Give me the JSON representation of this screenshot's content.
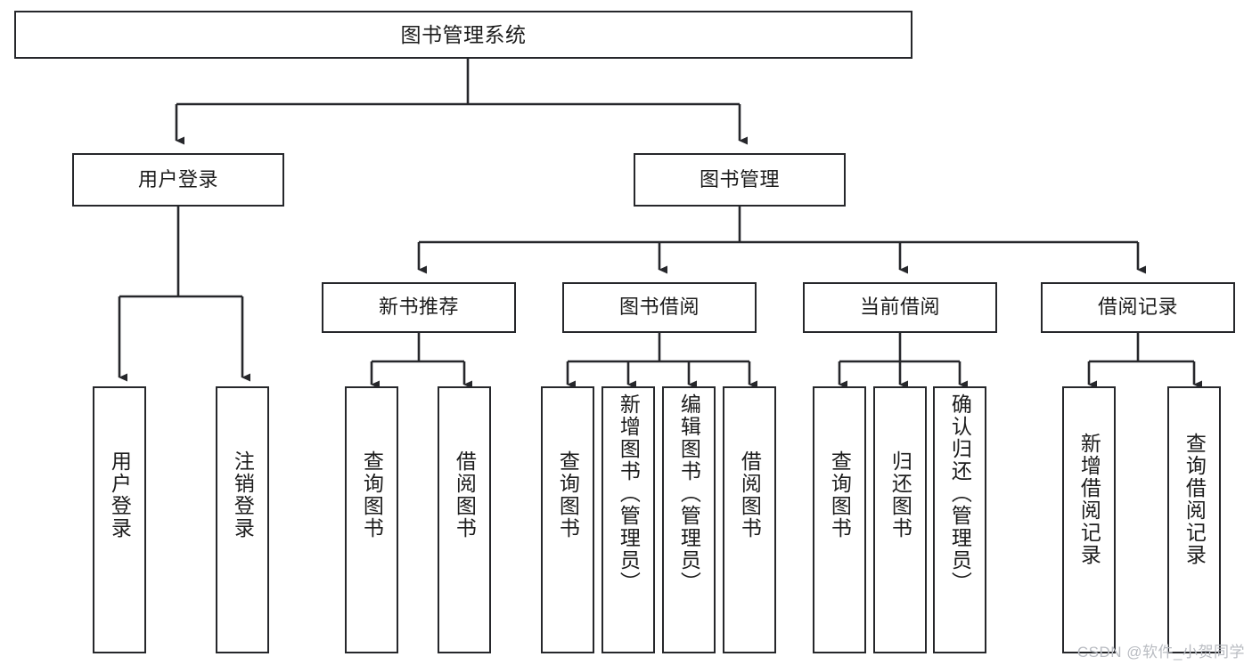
{
  "diagram": {
    "title": "图书管理系统",
    "type": "tree",
    "edge_color": "#26272b",
    "box_border_color": "#26272b",
    "background": "#ffffff",
    "text_color": "#1c1c1c",
    "watermark": "CSDN @软件_小贺同学"
  },
  "nodes": {
    "root": {
      "label": "图书管理系统"
    },
    "level1": [
      {
        "id": "user-login",
        "label": "用户登录"
      },
      {
        "id": "book-manage",
        "label": "图书管理"
      }
    ],
    "level2": [
      {
        "id": "new-book-recommend",
        "label": "新书推荐"
      },
      {
        "id": "book-borrow",
        "label": "图书借阅"
      },
      {
        "id": "current-borrow",
        "label": "当前借阅"
      },
      {
        "id": "borrow-record",
        "label": "借阅记录"
      }
    ],
    "leaves": {
      "user-login": [
        {
          "id": "leaf-user-login",
          "label": "用户登录"
        },
        {
          "id": "leaf-logout",
          "label": "注销登录"
        }
      ],
      "new-book-recommend": [
        {
          "id": "leaf-query-book-1",
          "label": "查询图书"
        },
        {
          "id": "leaf-borrow-book-1",
          "label": "借阅图书"
        }
      ],
      "book-borrow": [
        {
          "id": "leaf-query-book-2",
          "label": "查询图书"
        },
        {
          "id": "leaf-add-book",
          "label": "新增图书（管理员）"
        },
        {
          "id": "leaf-edit-book",
          "label": "编辑图书（管理员）"
        },
        {
          "id": "leaf-borrow-book-2",
          "label": "借阅图书"
        }
      ],
      "current-borrow": [
        {
          "id": "leaf-query-book-3",
          "label": "查询图书"
        },
        {
          "id": "leaf-return-book",
          "label": "归还图书"
        },
        {
          "id": "leaf-confirm-return",
          "label": "确认归还（管理员）"
        }
      ],
      "borrow-record": [
        {
          "id": "leaf-add-record",
          "label": "新增借阅记录"
        },
        {
          "id": "leaf-query-record",
          "label": "查询借阅记录"
        }
      ]
    }
  }
}
